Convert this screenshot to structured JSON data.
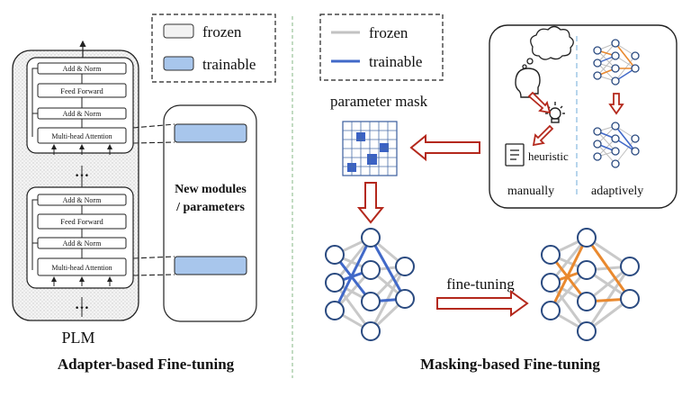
{
  "legend_left": {
    "frozen": "frozen",
    "trainable": "trainable"
  },
  "legend_right": {
    "frozen": "frozen",
    "trainable": "trainable"
  },
  "transformer_top": {
    "add_norm_1": "Add & Norm",
    "feed_forward": "Feed Forward",
    "add_norm_2": "Add & Norm",
    "attention": "Multi-head Attention"
  },
  "transformer_bottom": {
    "add_norm_1": "Add & Norm",
    "feed_forward": "Feed Forward",
    "add_norm_2": "Add & Norm",
    "attention": "Multi-head Attention"
  },
  "dots_mid": "…",
  "dots_bottom": "…",
  "new_modules": {
    "line1": "New modules",
    "line2": "/ parameters"
  },
  "plm_label": "PLM",
  "adapter_title": "Adapter-based Fine-tuning",
  "parameter_mask_label": "parameter mask",
  "heuristic_label": "heuristic",
  "manually_label": "manually",
  "adaptively_label": "adaptively",
  "finetuning_label": "fine-tuning",
  "masking_title": "Masking-based Fine-tuning",
  "colors": {
    "trainable_fill": "#a8c6ec",
    "trainable_line": "#4169c8",
    "orange": "#e9892f",
    "arrow_red": "#b4281c",
    "frozen_line": "#c2c2c2",
    "node_stroke": "#2a4a80",
    "divider_green": "#9ac39a",
    "divider_blue": "#9fc7e6"
  },
  "icons": [
    "thought-cloud-icon",
    "head-profile-icon",
    "lightbulb-icon",
    "document-icon",
    "neural-network-icon"
  ]
}
